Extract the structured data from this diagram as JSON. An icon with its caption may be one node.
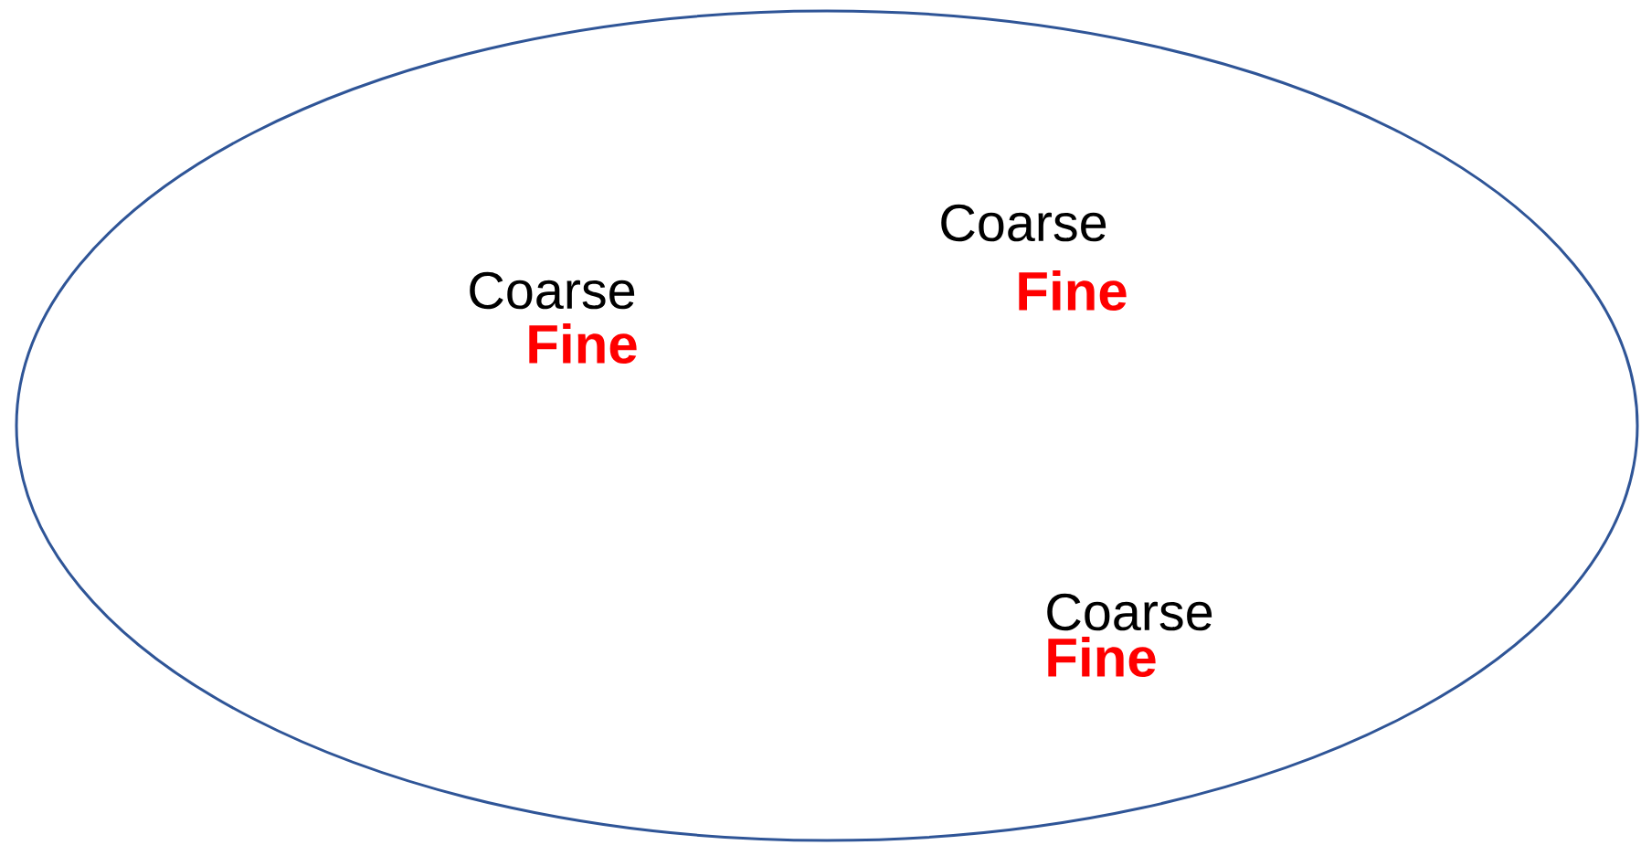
{
  "diagram": {
    "nodes": [
      {
        "text": [
          "Coarse",
          "Fine",
          "Coarse",
          "Fine",
          "Coarse",
          "Fine"
        ]
      }
    ]
  }
}
